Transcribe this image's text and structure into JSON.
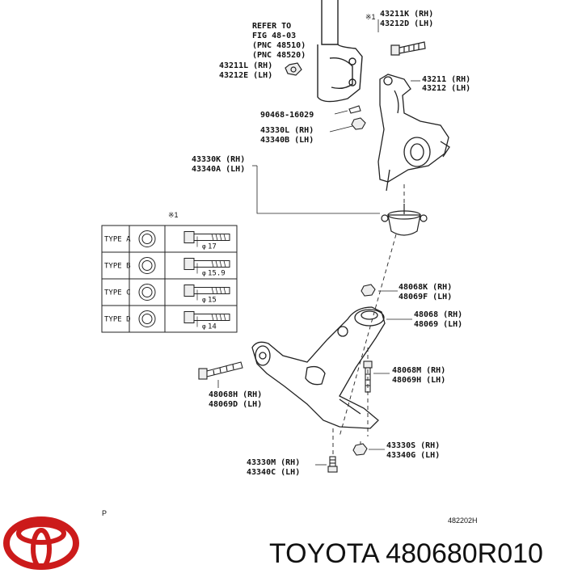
{
  "refer": {
    "lines": [
      "REFER TO",
      "FIG 48-03",
      "(PNC 48510)",
      "(PNC 48520)"
    ]
  },
  "callouts": {
    "bolt_top": {
      "mark": "※1",
      "rh": "43211K (RH)",
      "lh": "43212D (LH)"
    },
    "nut_top": {
      "rh": "43211L (RH)",
      "lh": "43212E (LH)"
    },
    "knuckle": {
      "rh": "43211 (RH)",
      "lh": "43212 (LH)"
    },
    "cotter_pin": {
      "code": "90468-16029"
    },
    "nut_ball": {
      "rh": "43330L (RH)",
      "lh": "43340B (LH)"
    },
    "ball_joint": {
      "rh": "43330K (RH)",
      "lh": "43340A (LH)"
    },
    "nut_arm": {
      "rh": "48068K (RH)",
      "lh": "48069F (LH)"
    },
    "lower_arm": {
      "rh": "48068 (RH)",
      "lh": "48069 (LH)"
    },
    "bolt_arm_right": {
      "rh": "48068M (RH)",
      "lh": "48069H (LH)"
    },
    "bolt_arm_left": {
      "rh": "48068H (RH)",
      "lh": "48069D (LH)"
    },
    "nut_lower": {
      "rh": "43330S (RH)",
      "lh": "43340G (LH)"
    },
    "bolt_lower": {
      "rh": "43330M (RH)",
      "lh": "43340C (LH)"
    }
  },
  "type_table": {
    "mark": "※1",
    "rows": [
      {
        "type": "TYPE A",
        "size": "17"
      },
      {
        "type": "TYPE B",
        "size": "15.9"
      },
      {
        "type": "TYPE C",
        "size": "15"
      },
      {
        "type": "TYPE D",
        "size": "14"
      }
    ],
    "diameter_symbol": "φ"
  },
  "footer": {
    "p_mark": "P",
    "diagram_code": "482202H",
    "brand_text": "TOYOTA 480680R010"
  }
}
